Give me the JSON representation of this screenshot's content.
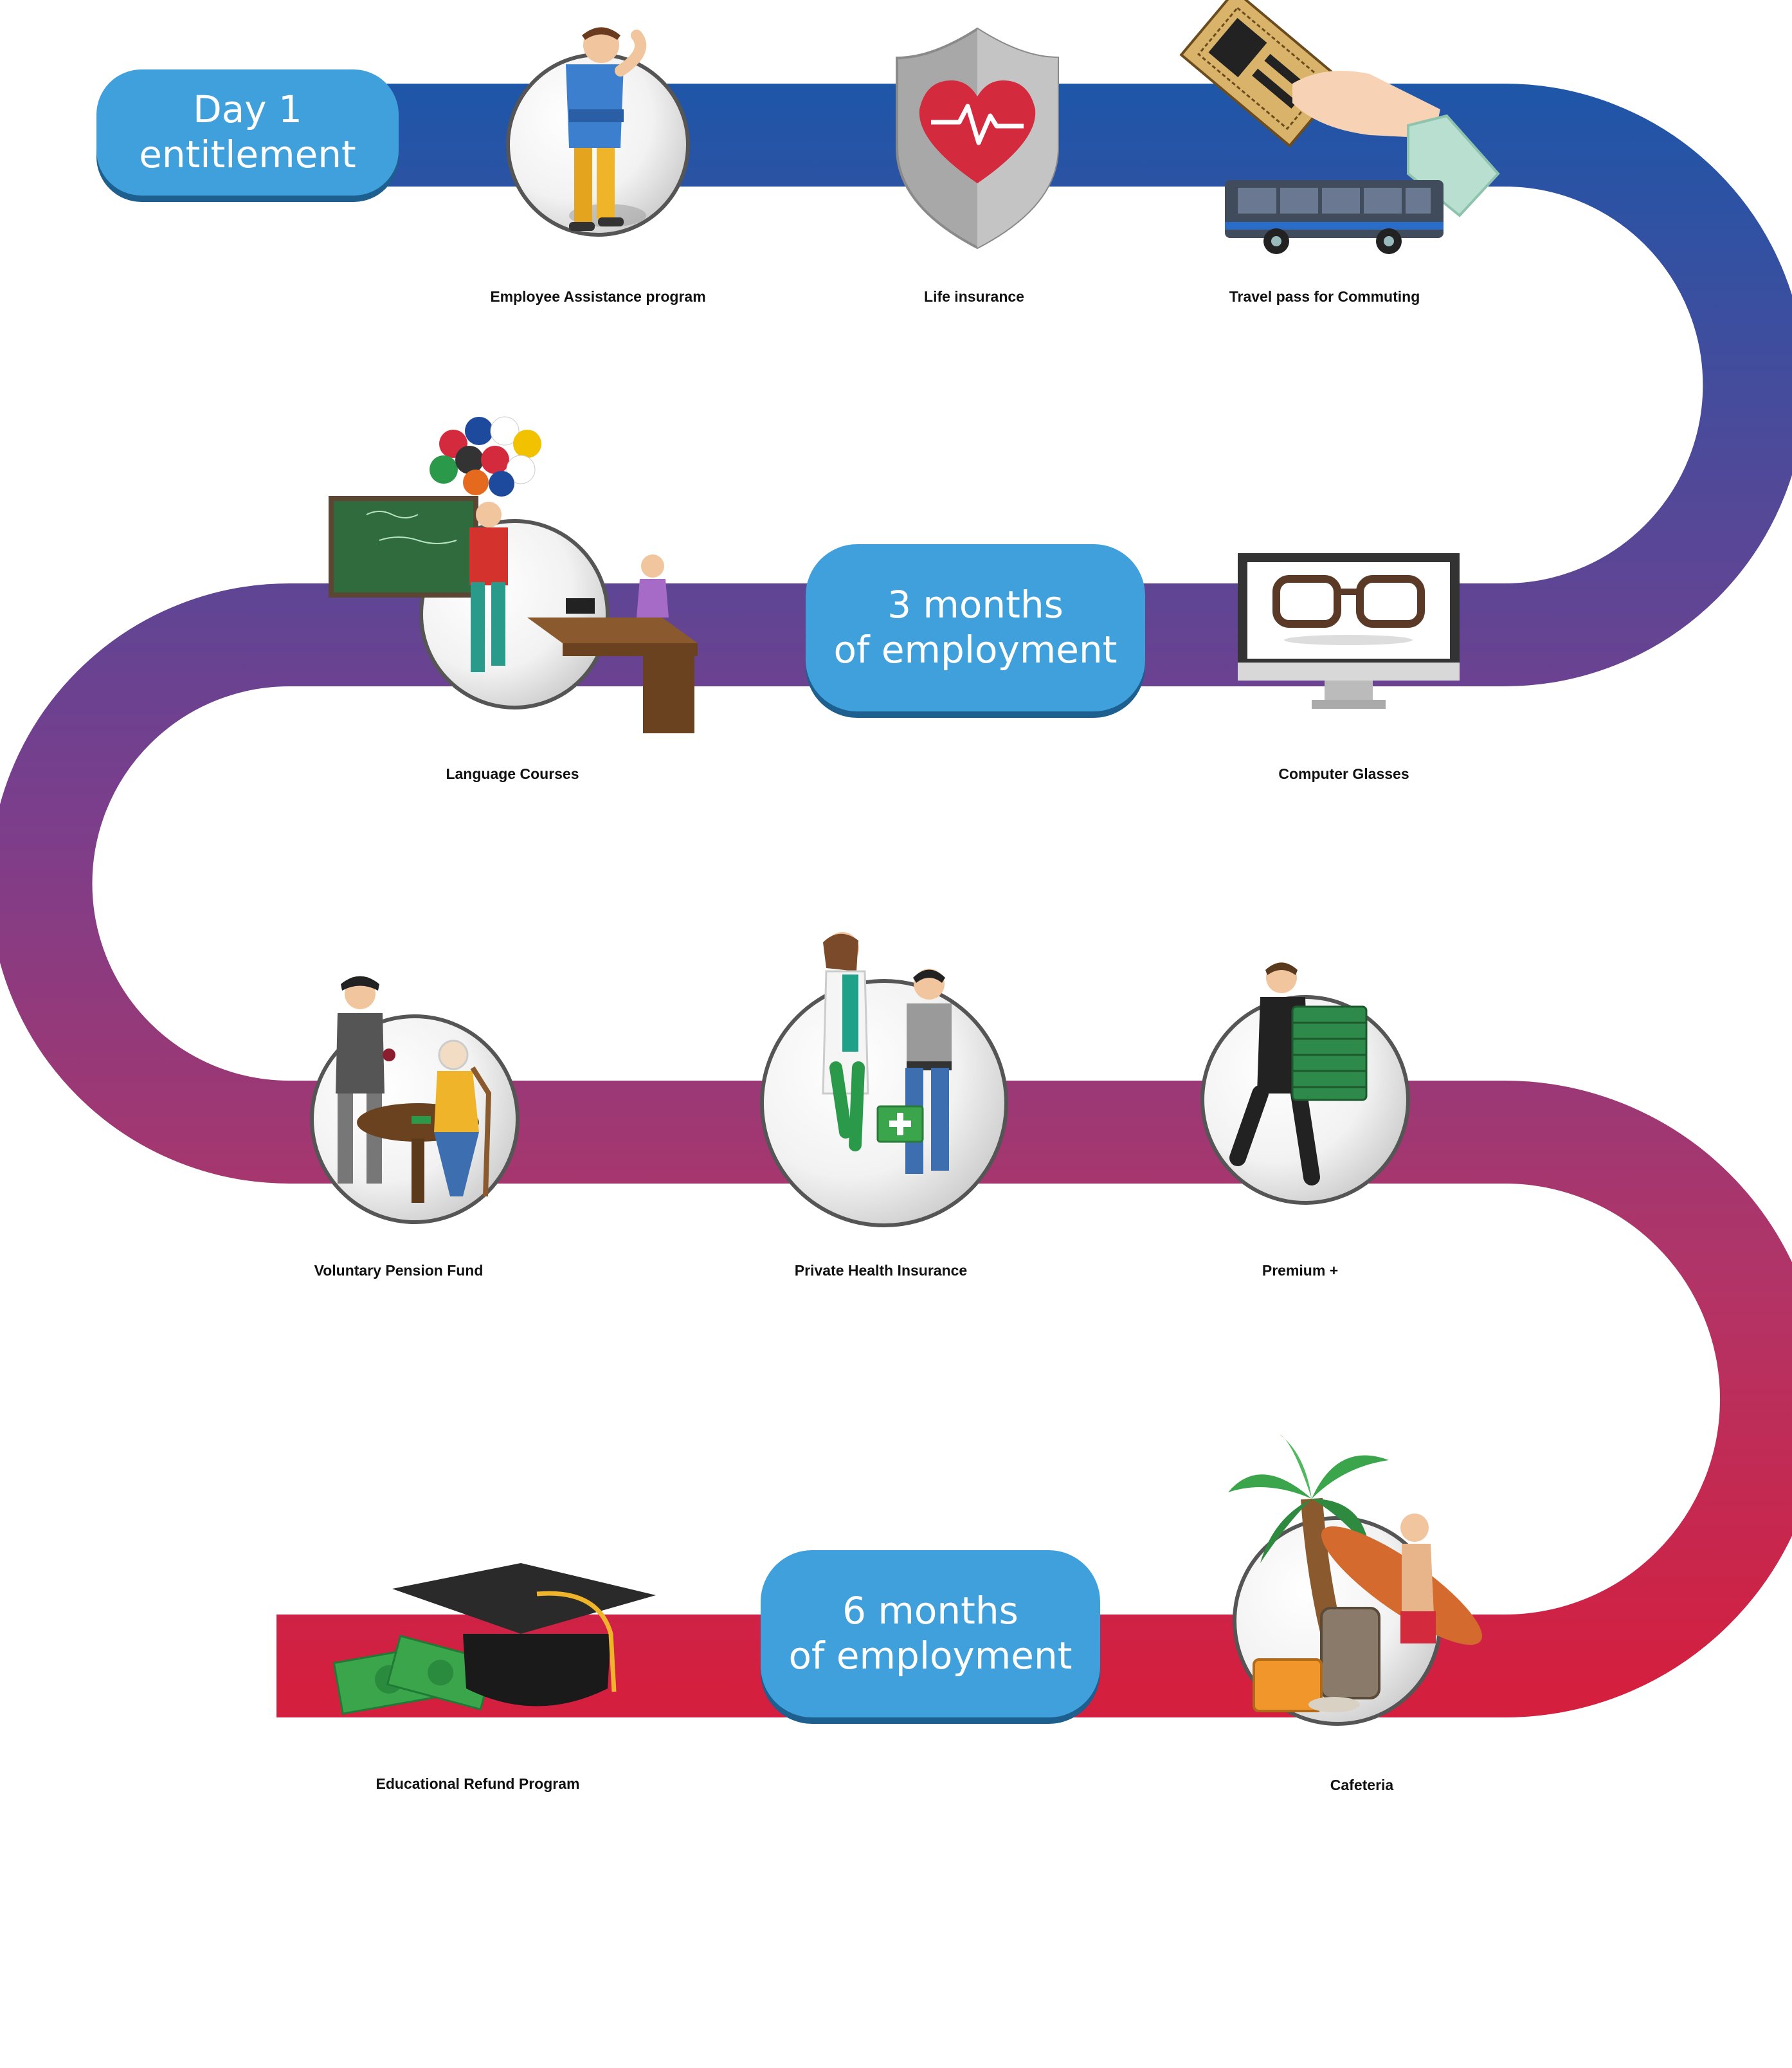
{
  "colors": {
    "path_top": "#1e56a8",
    "path_mid": "#8a3a86",
    "path_bottom": "#d41f3f",
    "milestone_fill": "#3fa0dc",
    "milestone_shadow": "#1d5f8e",
    "label_text": "#111111"
  },
  "milestones": [
    {
      "id": "day1",
      "line1": "Day 1",
      "line2": "entitlement"
    },
    {
      "id": "m3",
      "line1": "3 months",
      "line2": "of employment"
    },
    {
      "id": "m6",
      "line1": "6 months",
      "line2": "of employment"
    }
  ],
  "benefits": [
    {
      "label": "Employee Assistance program",
      "icon": "thinking-man-icon",
      "milestone": "day1"
    },
    {
      "label": "Life insurance",
      "icon": "heart-shield-icon",
      "milestone": "day1"
    },
    {
      "label": "Travel pass for Commuting",
      "icon": "bus-ticket-icon",
      "milestone": "day1"
    },
    {
      "label": "Language Courses",
      "icon": "language-class-icon",
      "milestone": "m3"
    },
    {
      "label": "Computer Glasses",
      "icon": "monitor-glasses-icon",
      "milestone": "m3"
    },
    {
      "label": "Voluntary Pension Fund",
      "icon": "retiree-cafe-icon",
      "milestone": "m3"
    },
    {
      "label": "Private Health Insurance",
      "icon": "doctor-patient-icon",
      "milestone": "m3"
    },
    {
      "label": "Premium +",
      "icon": "money-stack-icon",
      "milestone": "m3"
    },
    {
      "label": "Educational Refund Program",
      "icon": "graduation-cap-money-icon",
      "milestone": "m6"
    },
    {
      "label": "Cafeteria",
      "icon": "vacation-palm-icon",
      "milestone": "m6"
    }
  ]
}
